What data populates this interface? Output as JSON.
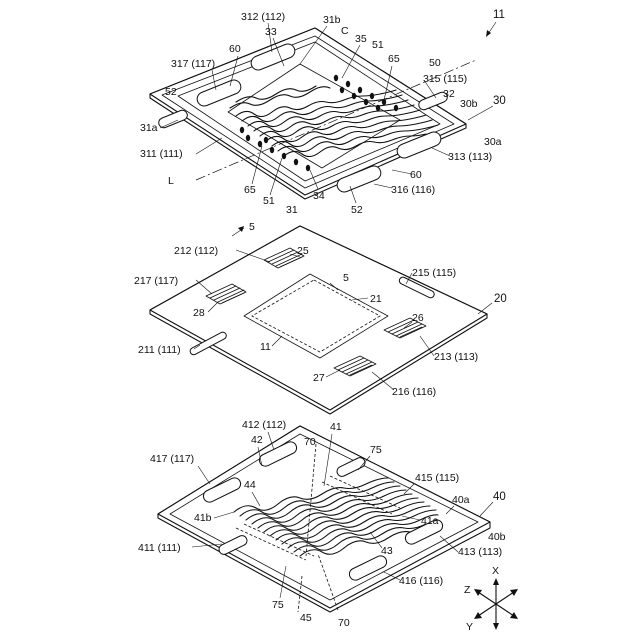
{
  "figure_label": "11",
  "plate30": {
    "labels": {
      "l312": "312 (112)",
      "l33": "33",
      "l31b": "31b",
      "lC": "C",
      "l35": "35",
      "l51a": "51",
      "l60a": "60",
      "l65a": "65",
      "l50": "50",
      "l315": "315 (115)",
      "l32": "32",
      "l30b": "30b",
      "l30": "30",
      "l30a": "30a",
      "l313": "313 (113)",
      "l60b": "60",
      "l316": "316 (116)",
      "l52a": "52",
      "l34": "34",
      "l31": "31",
      "l51b": "51",
      "l65b": "65",
      "lL": "L",
      "l311": "311 (111)",
      "l31a": "31a",
      "l52b": "52",
      "l317": "317 (117)"
    }
  },
  "plate20": {
    "labels": {
      "l5a": "5",
      "l212": "212 (112)",
      "l25": "25",
      "l215": "215 (115)",
      "l20": "20",
      "l217": "217 (117)",
      "l5b": "5",
      "l21": "21",
      "l28": "28",
      "l26": "26",
      "l211": "211 (111)",
      "l11": "11",
      "l213": "213 (113)",
      "l27": "27",
      "l216": "216 (116)"
    }
  },
  "plate40": {
    "labels": {
      "l412": "412 (112)",
      "l41": "41",
      "l42": "42",
      "l70a": "70",
      "l75a": "75",
      "l417": "417 (117)",
      "l415": "415 (115)",
      "l44": "44",
      "l40a": "40a",
      "l40": "40",
      "l41b": "41b",
      "l41a": "41a",
      "l40b": "40b",
      "l411": "411 (111)",
      "l43": "43",
      "l413": "413 (113)",
      "l416": "416 (116)",
      "l75b": "75",
      "l45": "45",
      "l70b": "70"
    }
  },
  "axes": {
    "x": "X",
    "y": "Y",
    "z": "Z"
  }
}
